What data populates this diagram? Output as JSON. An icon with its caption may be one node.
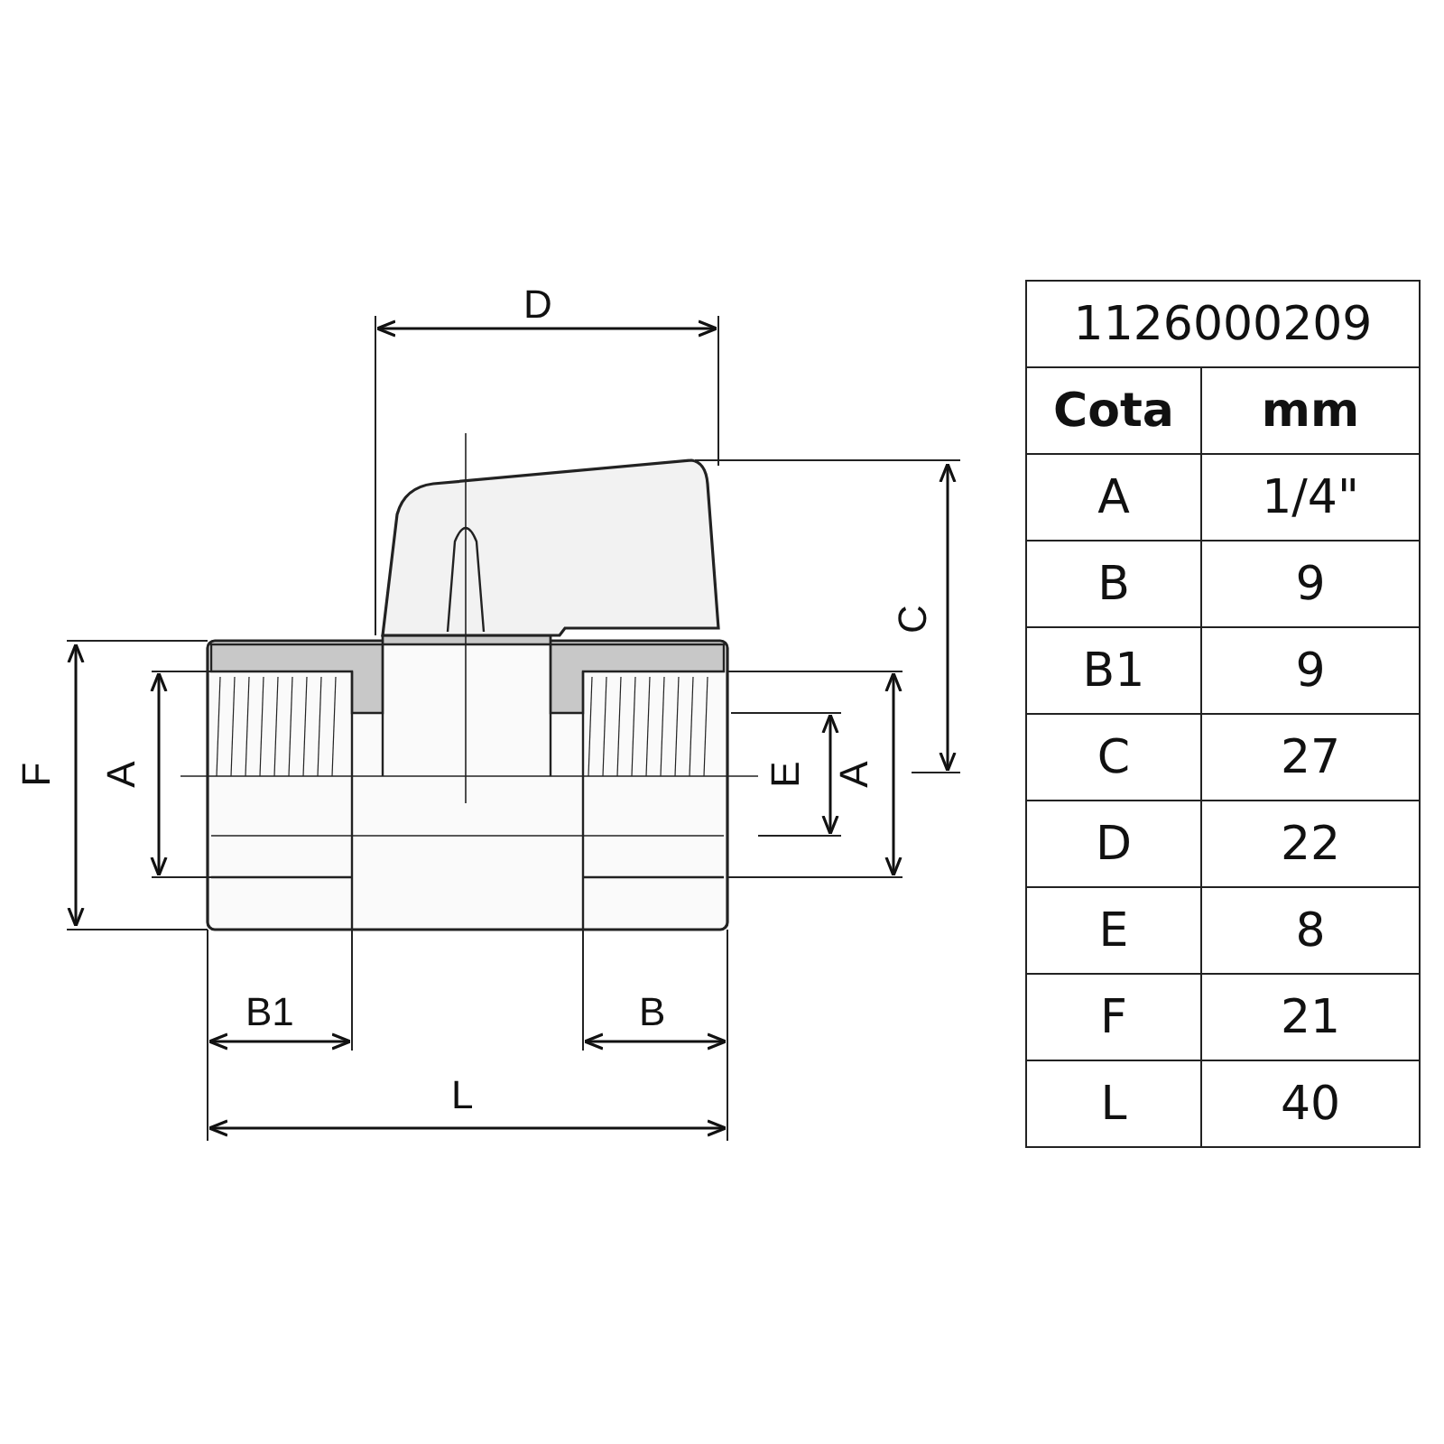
{
  "diagram": {
    "labels": [
      "D",
      "C",
      "F",
      "A",
      "E",
      "A",
      "B1",
      "B",
      "L",
      "1126000209",
      "Cota",
      "mm",
      "A",
      "1/4\"",
      "B",
      "9",
      "B1",
      "9",
      "C",
      "27",
      "D",
      "22",
      "E",
      "8",
      "F",
      "21",
      "L",
      "40"
    ]
  }
}
